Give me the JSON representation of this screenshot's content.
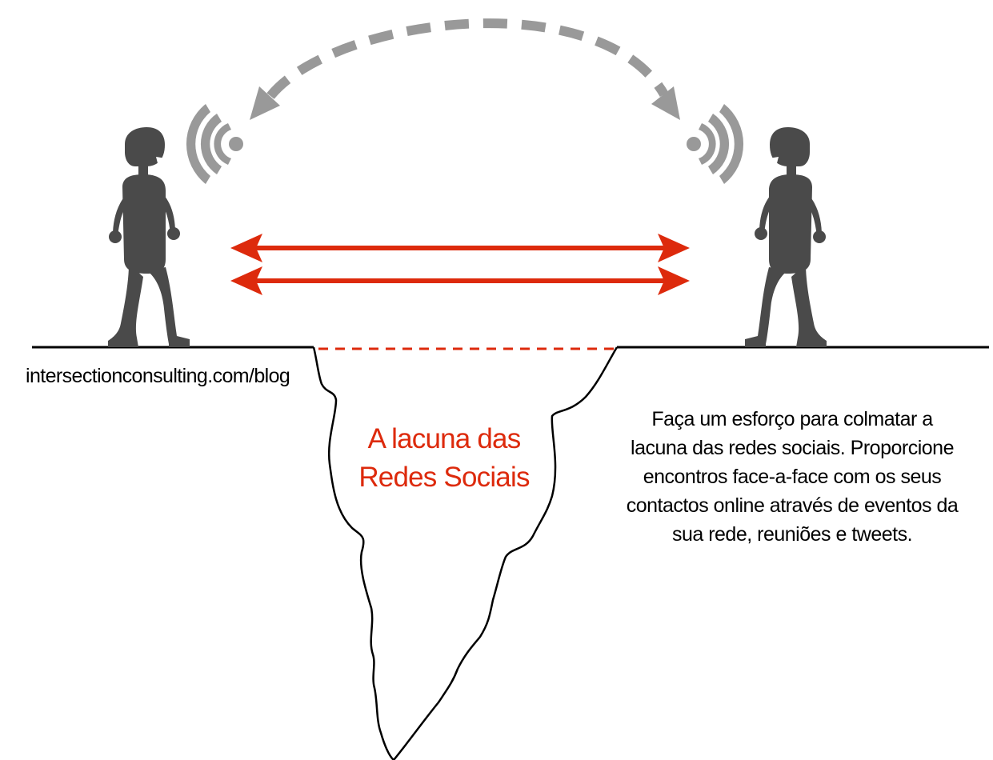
{
  "credit": "intersectionconsulting.com/blog",
  "gap_title": {
    "lines": [
      "A lacuna das",
      "Redes Sociais"
    ]
  },
  "advice": {
    "lines": [
      "Faça um esforço para colmatar a",
      "lacuna das redes sociais. Proporcione",
      "encontros face-a-face com os seus",
      "contactos online através de eventos da",
      "sua rede, reuniões e tweets."
    ]
  },
  "colors": {
    "figure": "#4a4a4a",
    "online_arc": "#999999",
    "face_to_face_arrows": "#dd2a0c",
    "gap_title": "#dd2a0c",
    "ground": "#000000"
  },
  "icons": {
    "left_signal": "wifi-signal-icon",
    "right_signal": "wifi-signal-icon",
    "left_person": "person-figure-icon",
    "right_person": "person-figure-icon"
  }
}
